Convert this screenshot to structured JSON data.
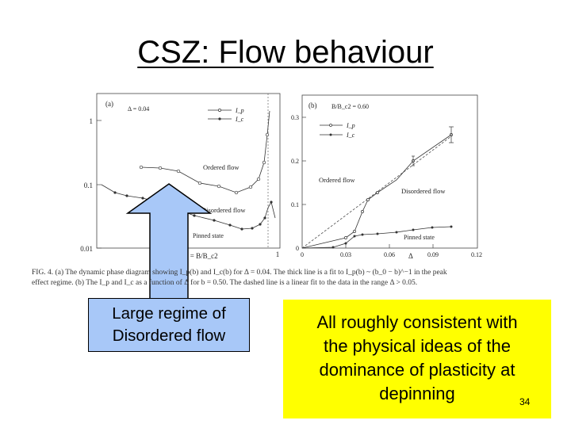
{
  "slide": {
    "title": "CSZ: Flow behaviour",
    "slide_number": "34",
    "note_left": [
      "Large regime of",
      "Disordered flow"
    ],
    "note_right": [
      "All roughly consistent with",
      "the physical ideas of the",
      "dominance of plasticity at",
      "depinning"
    ]
  },
  "figure": {
    "caption_line1": "FIG. 4. (a) The dynamic phase diagram showing I_p(b) and I_c(b) for Δ = 0.04. The thick line is a fit to I_p(b) ~ (b_0 − b)^−1 in the peak",
    "caption_line2": "effect regime. (b) The I_p and I_c as a function of Δ for b = 0.50. The dashed line is a linear fit to the data in the range Δ > 0.05.",
    "panel_a": {
      "label": "(a)",
      "annotation": "Δ = 0.04",
      "legend": [
        "I_p",
        "I_c"
      ],
      "xlabel": "b = B/B_c2",
      "x_ticks": [
        "1"
      ],
      "y_ticks": [
        "1",
        "0.1",
        "0.01"
      ],
      "region_labels": [
        "Ordered flow",
        "Disordered flow",
        "Pinned state"
      ]
    },
    "panel_b": {
      "label": "(b)",
      "annotation": "B/B_c2 = 0.60",
      "legend": [
        "I_p",
        "I_c"
      ],
      "xlabel": "Δ",
      "x_ticks": [
        "0",
        "0.03",
        "0.06",
        "0.09",
        "0.12"
      ],
      "y_ticks": [
        "0",
        "0.1",
        "0.2",
        "0.3"
      ],
      "region_labels": [
        "Ordered flow",
        "Disordered flow",
        "Pinned state"
      ]
    }
  },
  "colors": {
    "arrow_fill": "#a8c8f8",
    "note_right_bg": "#ffff00"
  }
}
